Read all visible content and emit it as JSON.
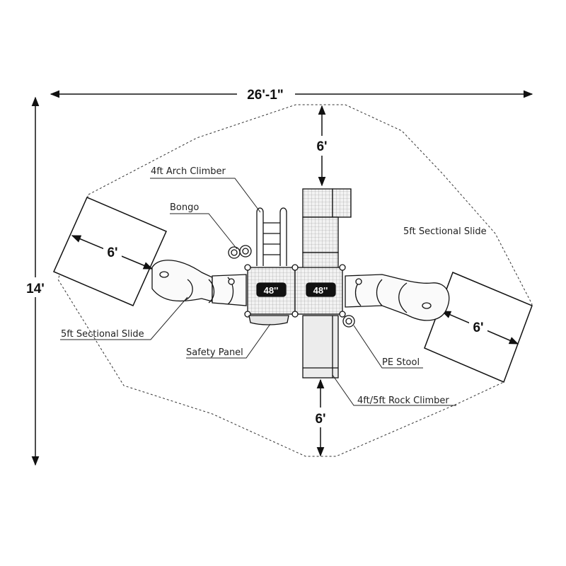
{
  "dimensions": {
    "overall_width": "26'-1\"",
    "overall_depth": "14'",
    "top_clearance": "6'",
    "bottom_clearance": "6'",
    "left_slide_zone": "6'",
    "right_slide_zone": "6'"
  },
  "decks": {
    "left": "48''",
    "right": "48''"
  },
  "callouts": {
    "arch_climber": "4ft Arch Climber",
    "bongo": "Bongo",
    "slide_right": "5ft Sectional Slide",
    "slide_left": "5ft Sectional Slide",
    "safety_panel": "Safety Panel",
    "pe_stool": "PE Stool",
    "rock_climber": "4ft/5ft Rock Climber"
  },
  "colors": {
    "line": "#1a1a1a",
    "deck_fill": "#111111",
    "panel_fill": "#e6e6e6"
  }
}
